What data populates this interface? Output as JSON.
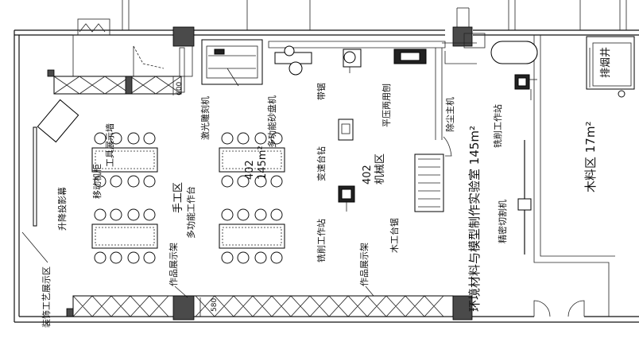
{
  "labels": {
    "lab_title": "环境材料与模型制作实验室 145m²",
    "timber_zone": "木料区 17m²",
    "exhaust": "排烟井",
    "machine_room": "402",
    "machine_zone": "机械区",
    "hand_room": "402",
    "hand_area": "145m²",
    "hand_zone": "手工区",
    "multi_bench": "多功能工作台",
    "laser": "激光雕刻机",
    "sander": "多功能砂盘机",
    "band_saw": "带锯",
    "planer": "平压两用刨",
    "dust_host": "除尘主机",
    "mill_station_1": "铣削工作站",
    "mill_station_2": "铣削工作站",
    "drill": "变速台钻",
    "table_saw": "木工台锯",
    "precision_saw": "精密切割机",
    "tool_wall": "工具展示墙",
    "mobile_cabinet": "移动机柜",
    "projector": "升降投影幕",
    "craft_zone": "装饰工艺展示区",
    "work_shelf_1": "作品展示架",
    "work_shelf_2": "作品展示架",
    "dim_600": "600",
    "dim_580": "580"
  },
  "icons": [
    "door-swing-icon",
    "column-icon",
    "chair-icon",
    "workbench-icon",
    "machine-icon",
    "dust-duct-icon"
  ],
  "colors": {
    "line": "#111111",
    "column": "#4a4a4a",
    "background": "#ffffff"
  }
}
